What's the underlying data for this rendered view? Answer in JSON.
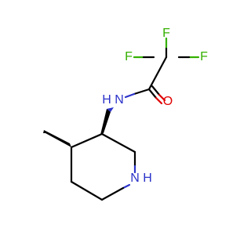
{
  "diagram": {
    "atoms": [
      {
        "id": "F1",
        "label": "F",
        "color": "#34b000"
      },
      {
        "id": "F2",
        "label": "F",
        "color": "#34b000"
      },
      {
        "id": "F3",
        "label": "F",
        "color": "#34b000"
      },
      {
        "id": "O1",
        "label": "O",
        "color": "#e00000"
      },
      {
        "id": "N1",
        "label": "N",
        "color": "#2b33c9"
      },
      {
        "id": "N2",
        "label": "H   N",
        "color": "#2b33c9"
      }
    ],
    "labels": {
      "f_left": "F",
      "f_top": "F",
      "f_right": "F",
      "o": "O",
      "nh_n": "N",
      "nh_h": "H",
      "ring_n": "N",
      "ring_h": "H"
    },
    "colors": {
      "carbon_bond": "#000000",
      "fluorine": "#34b000",
      "oxygen": "#e00000",
      "nitrogen": "#2b33c9"
    }
  }
}
